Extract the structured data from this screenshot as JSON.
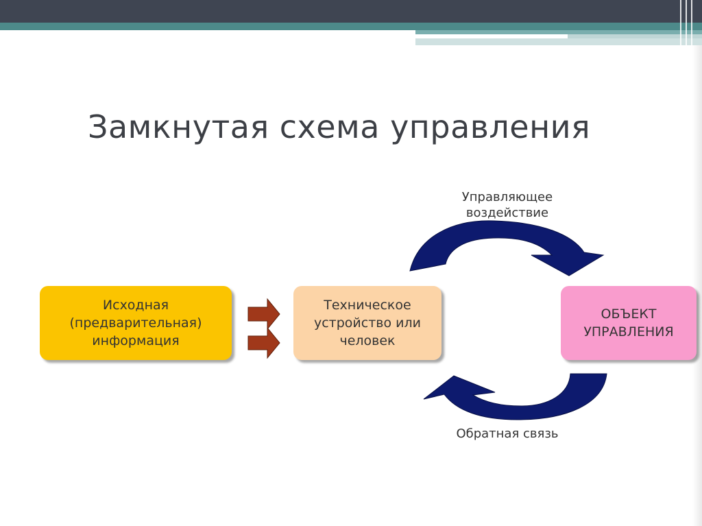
{
  "title": "Замкнутая схема управления",
  "boxes": {
    "source_info": [
      "Исходная",
      "(предварительная)",
      "информация"
    ],
    "device": [
      "Техническое",
      "устройство или",
      "человек"
    ],
    "object": [
      "ОБЪЕКТ",
      "УПРАВЛЕНИЯ"
    ]
  },
  "labels": {
    "control_action": [
      "Управляющее",
      "воздействие"
    ],
    "feedback": "Обратная связь"
  },
  "colors": {
    "source_box": "#fbc400",
    "device_box": "#fcd4a7",
    "object_box": "#f99ccd",
    "loop_arrows": "#0d1a6e",
    "small_arrows": "#a0381a",
    "header_dark": "#3f4552",
    "header_teal": "#4d8a8a"
  }
}
